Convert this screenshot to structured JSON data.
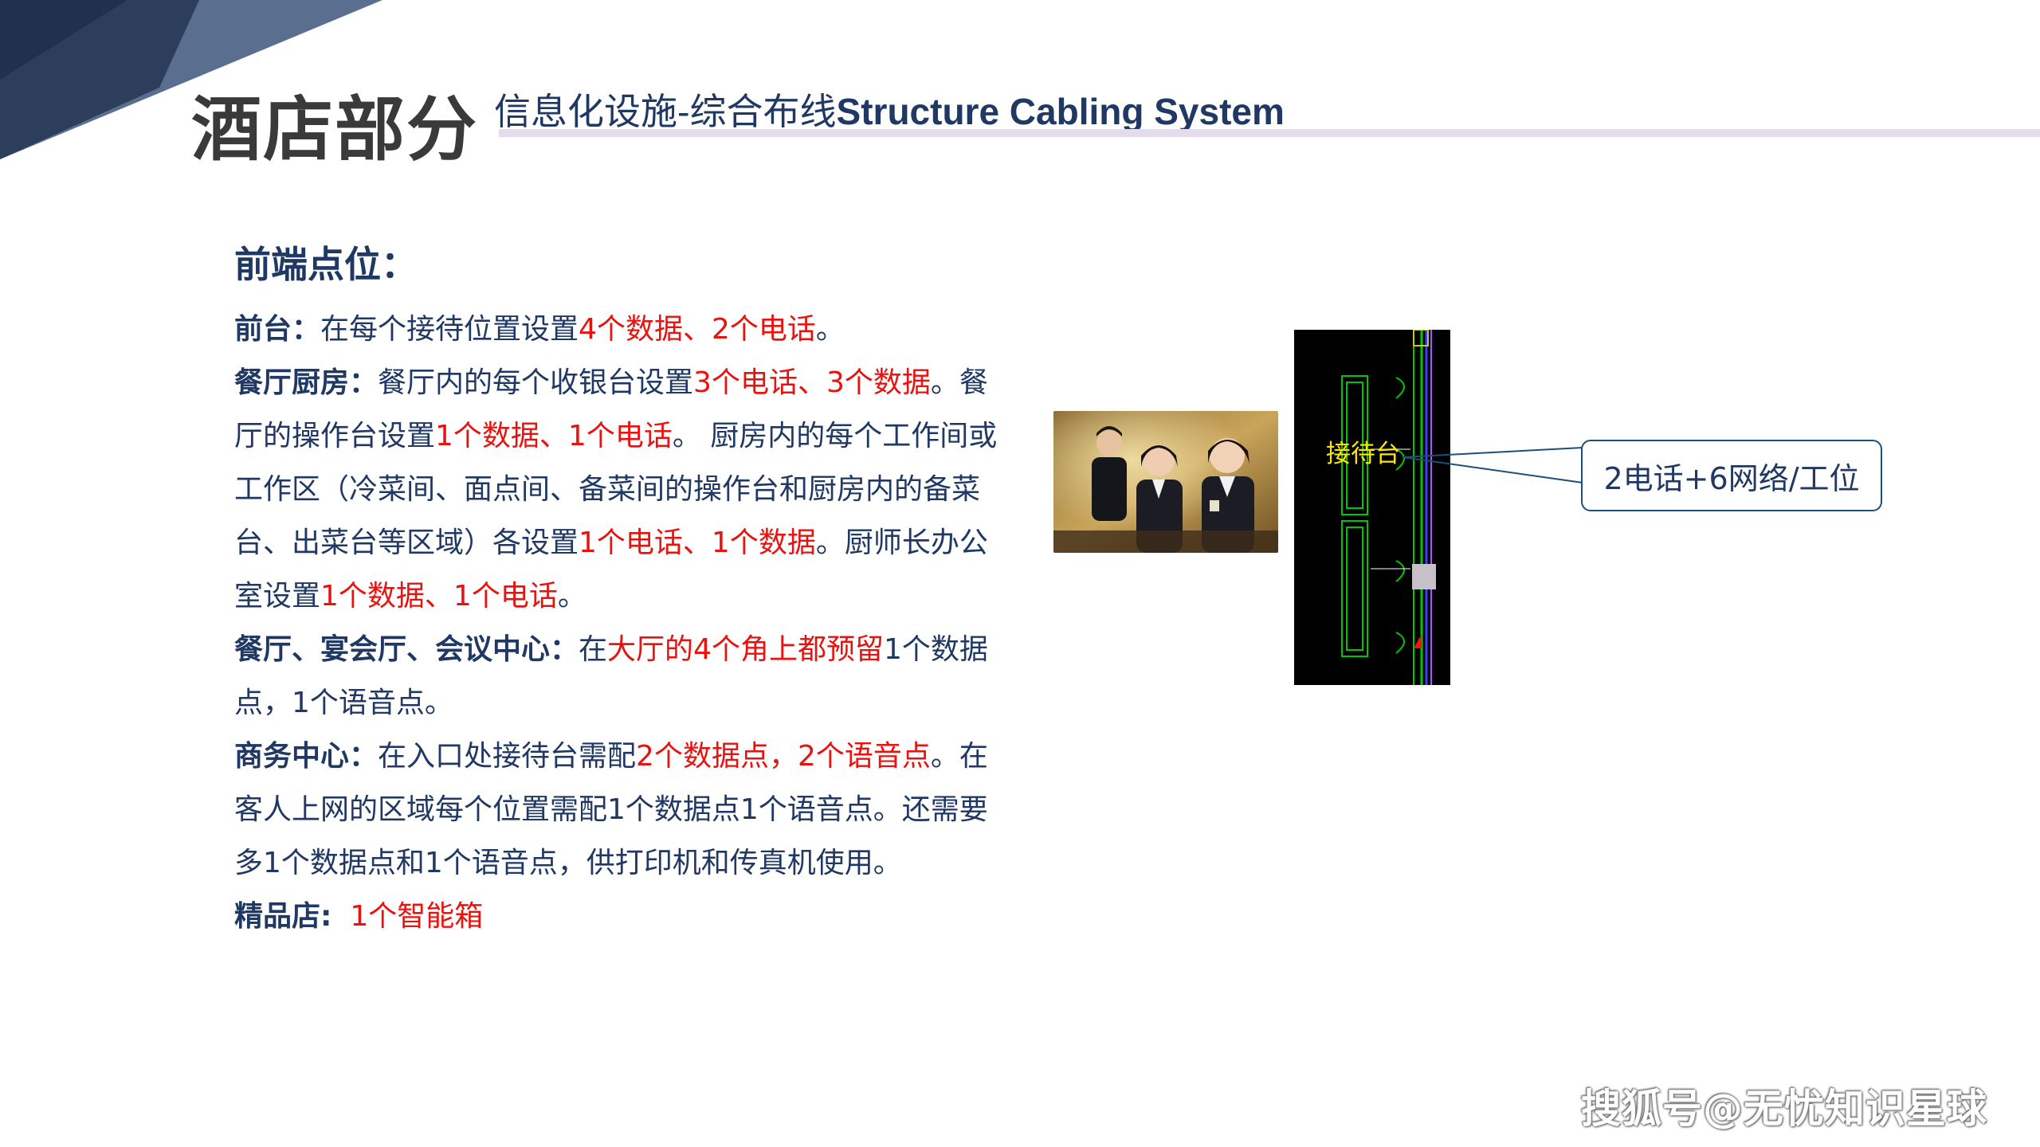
{
  "header": {
    "title": "酒店部分",
    "subtitle_cn": "信息化设施-综合布线",
    "subtitle_en": "Structure Cabling System"
  },
  "section": {
    "heading": "前端点位："
  },
  "paragraphs": [
    {
      "label": "前台",
      "sep": "：",
      "parts": [
        {
          "text": "在每个接待位置设置",
          "red": false
        },
        {
          "text": "4个数据、2个电话",
          "red": true
        },
        {
          "text": "。",
          "red": false
        }
      ]
    },
    {
      "label": "餐厅厨房",
      "sep": "：",
      "parts": [
        {
          "text": "餐厅内的每个收银台设置",
          "red": false
        },
        {
          "text": "3个电话、3个数据",
          "red": true
        },
        {
          "text": "。餐厅的操作台设置",
          "red": false
        },
        {
          "text": "1个数据、1个电话",
          "red": true
        },
        {
          "text": "。 厨房内的每个工作间或工作区（冷菜间、面点间、备菜间的操作台和厨房内的备菜台、出菜台等区域）各设置",
          "red": false
        },
        {
          "text": "1个电话、1个数据",
          "red": true
        },
        {
          "text": "。厨师长办公室设置",
          "red": false
        },
        {
          "text": "1个数据、1个电话",
          "red": true
        },
        {
          "text": "。",
          "red": false
        }
      ]
    },
    {
      "label": "餐厅、宴会厅、会议中心",
      "sep": "：",
      "parts": [
        {
          "text": "在",
          "red": false
        },
        {
          "text": "大厅的4个角上都预留",
          "red": true
        },
        {
          "text": "1个数据点，1个语音点。",
          "red": false
        }
      ]
    },
    {
      "label": "商务中心",
      "sep": "：",
      "parts": [
        {
          "text": "在入口处接待台需配",
          "red": false
        },
        {
          "text": "2个数据点，2个语音点",
          "red": true
        },
        {
          "text": "。在客人上网的区域每个位置需配1个数据点1个语音点。还需要多1个数据点和1个语音点，供打印机和传真机使用。",
          "red": false
        }
      ]
    },
    {
      "label": "精品店",
      "sep": ":",
      "parts": [
        {
          "text": "  ",
          "red": false
        },
        {
          "text": "1个智能箱",
          "red": true
        }
      ]
    }
  ],
  "cad": {
    "label": "接待台"
  },
  "callout": {
    "text": "2电话+6网络/工位"
  },
  "watermark": {
    "text": "搜狐号@无忧知识星球"
  },
  "colors": {
    "navy": "#1f3864",
    "red_highlight": "#e8130f",
    "header_line": "#e2dced",
    "corner_dark": "#2c3e5c",
    "corner_light": "#5a6f8f"
  }
}
